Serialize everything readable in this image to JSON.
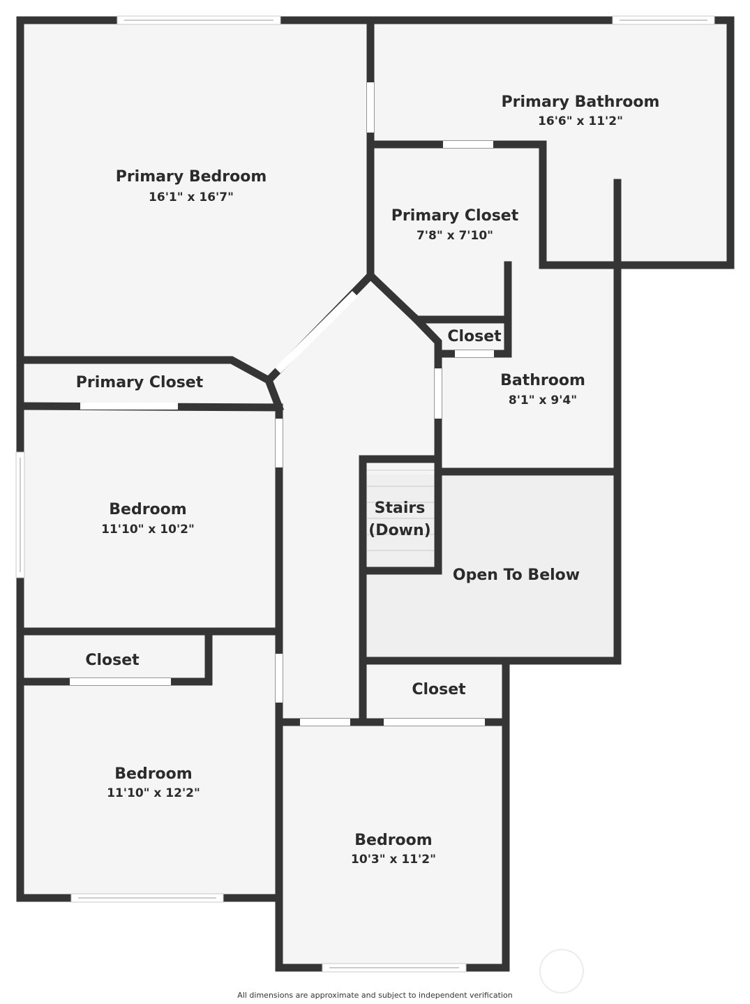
{
  "rooms": [
    {
      "id": "primary-bedroom",
      "name": "Primary Bedroom",
      "dims": "16'1\" x 16'7\""
    },
    {
      "id": "primary-bathroom",
      "name": "Primary Bathroom",
      "dims": "16'6\" x 11'2\""
    },
    {
      "id": "primary-closet-1",
      "name": "Primary Closet",
      "dims": "7'8\" x 7'10\""
    },
    {
      "id": "closet-1",
      "name": "Closet",
      "dims": ""
    },
    {
      "id": "primary-closet-2",
      "name": "Primary Closet",
      "dims": ""
    },
    {
      "id": "bathroom",
      "name": "Bathroom",
      "dims": "8'1\" x 9'4\""
    },
    {
      "id": "bedroom-1",
      "name": "Bedroom",
      "dims": "11'10\" x 10'2\""
    },
    {
      "id": "stairs",
      "name": "Stairs",
      "dims": "(Down)"
    },
    {
      "id": "open-to-below",
      "name": "Open To Below",
      "dims": ""
    },
    {
      "id": "closet-2",
      "name": "Closet",
      "dims": ""
    },
    {
      "id": "closet-3",
      "name": "Closet",
      "dims": ""
    },
    {
      "id": "bedroom-2",
      "name": "Bedroom",
      "dims": "11'10\" x 12'2\""
    },
    {
      "id": "bedroom-3",
      "name": "Bedroom",
      "dims": "10'3\" x 11'2\""
    }
  ],
  "disclaimer": "All dimensions are approximate and subject to independent verification",
  "colors": {
    "wall": "#353535",
    "floor": "#f5f5f5",
    "open_to_below": "#efefef"
  }
}
